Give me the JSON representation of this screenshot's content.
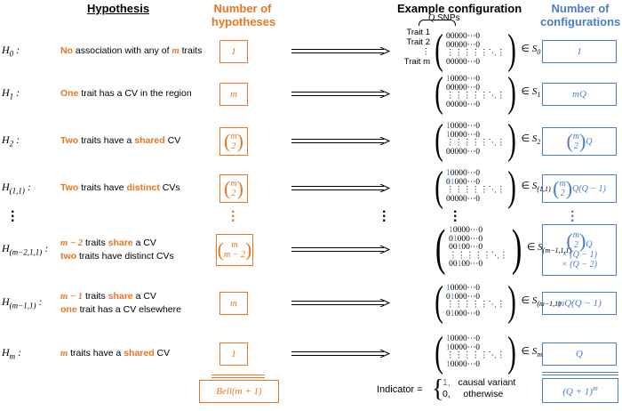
{
  "headers": {
    "hypothesis": "Hypothesis",
    "num_hyp_line1": "Number of",
    "num_hyp_line2": "hypotheses",
    "example": "Example configuration",
    "num_conf_line1": "Number of",
    "num_conf_line2": "configurations",
    "snps": "Q SNPs"
  },
  "trait_labels": [
    "Trait 1",
    "Trait 2",
    "⋮",
    "Trait m"
  ],
  "rows": [
    {
      "label": "H",
      "sub": "0",
      "desc": [
        [
          "No",
          "o"
        ],
        [
          " association with any of ",
          ""
        ],
        [
          "m",
          "oi"
        ],
        [
          " traits",
          ""
        ]
      ],
      "count": "1",
      "set_sub": "0",
      "config": "1"
    },
    {
      "label": "H",
      "sub": "1",
      "desc": [
        [
          "One",
          "o"
        ],
        [
          " trait has a CV in the region",
          ""
        ]
      ],
      "count": "m",
      "set_sub": "1",
      "config": "mQ"
    },
    {
      "label": "H",
      "sub": "2",
      "desc": [
        [
          "Two",
          "o"
        ],
        [
          " traits have a ",
          ""
        ],
        [
          "shared",
          "o"
        ],
        [
          " CV",
          ""
        ]
      ],
      "count": "(m 2)",
      "set_sub": "2",
      "config": "(m 2) Q"
    },
    {
      "label": "H",
      "sub": "(1,1)",
      "desc": [
        [
          "Two",
          "o"
        ],
        [
          " traits have ",
          ""
        ],
        [
          "distinct",
          "o"
        ],
        [
          " CVs",
          ""
        ]
      ],
      "count": "(m 2)",
      "set_sub": "(1,1)",
      "config": "(m 2) Q(Q − 1)"
    },
    {
      "label": "H",
      "sub": "(m−2,1,1)",
      "desc": [
        [
          "m − 2",
          "oi"
        ],
        [
          " traits ",
          ""
        ],
        [
          "share",
          "o"
        ],
        [
          " a CV",
          ""
        ]
      ],
      "desc2": [
        [
          "two",
          "o"
        ],
        [
          " traits have distinct CVs",
          ""
        ]
      ],
      "count": "(m m−2)",
      "set_sub": "(m−1,1,1)",
      "config": "(m 2) Q × (Q − 1) × (Q − 2)"
    },
    {
      "label": "H",
      "sub": "(m−1,1)",
      "desc": [
        [
          "m − 1",
          "oi"
        ],
        [
          " traits ",
          ""
        ],
        [
          "share",
          "o"
        ],
        [
          " a CV",
          ""
        ]
      ],
      "desc2": [
        [
          "one",
          "o"
        ],
        [
          " trait has a CV elsewhere",
          ""
        ]
      ],
      "count": "m",
      "set_sub": "(m−1,1)",
      "config": "mQ(Q − 1)"
    },
    {
      "label": "H",
      "sub": "m",
      "desc": [
        [
          "m",
          "oi"
        ],
        [
          " traits have a ",
          ""
        ],
        [
          "shared",
          "o"
        ],
        [
          " CV",
          ""
        ]
      ],
      "count": "1",
      "set_sub": "m",
      "config": "Q"
    }
  ],
  "totals": {
    "hypotheses": "Bell(m + 1)",
    "configurations": "(Q + 1)^m"
  },
  "indicator": {
    "label": "Indicator =",
    "one": "1,",
    "one_text": "causal variant",
    "zero": "0,",
    "zero_text": "otherwise"
  },
  "colors": {
    "orange": "#e87722",
    "blue": "#4a7cc7"
  }
}
